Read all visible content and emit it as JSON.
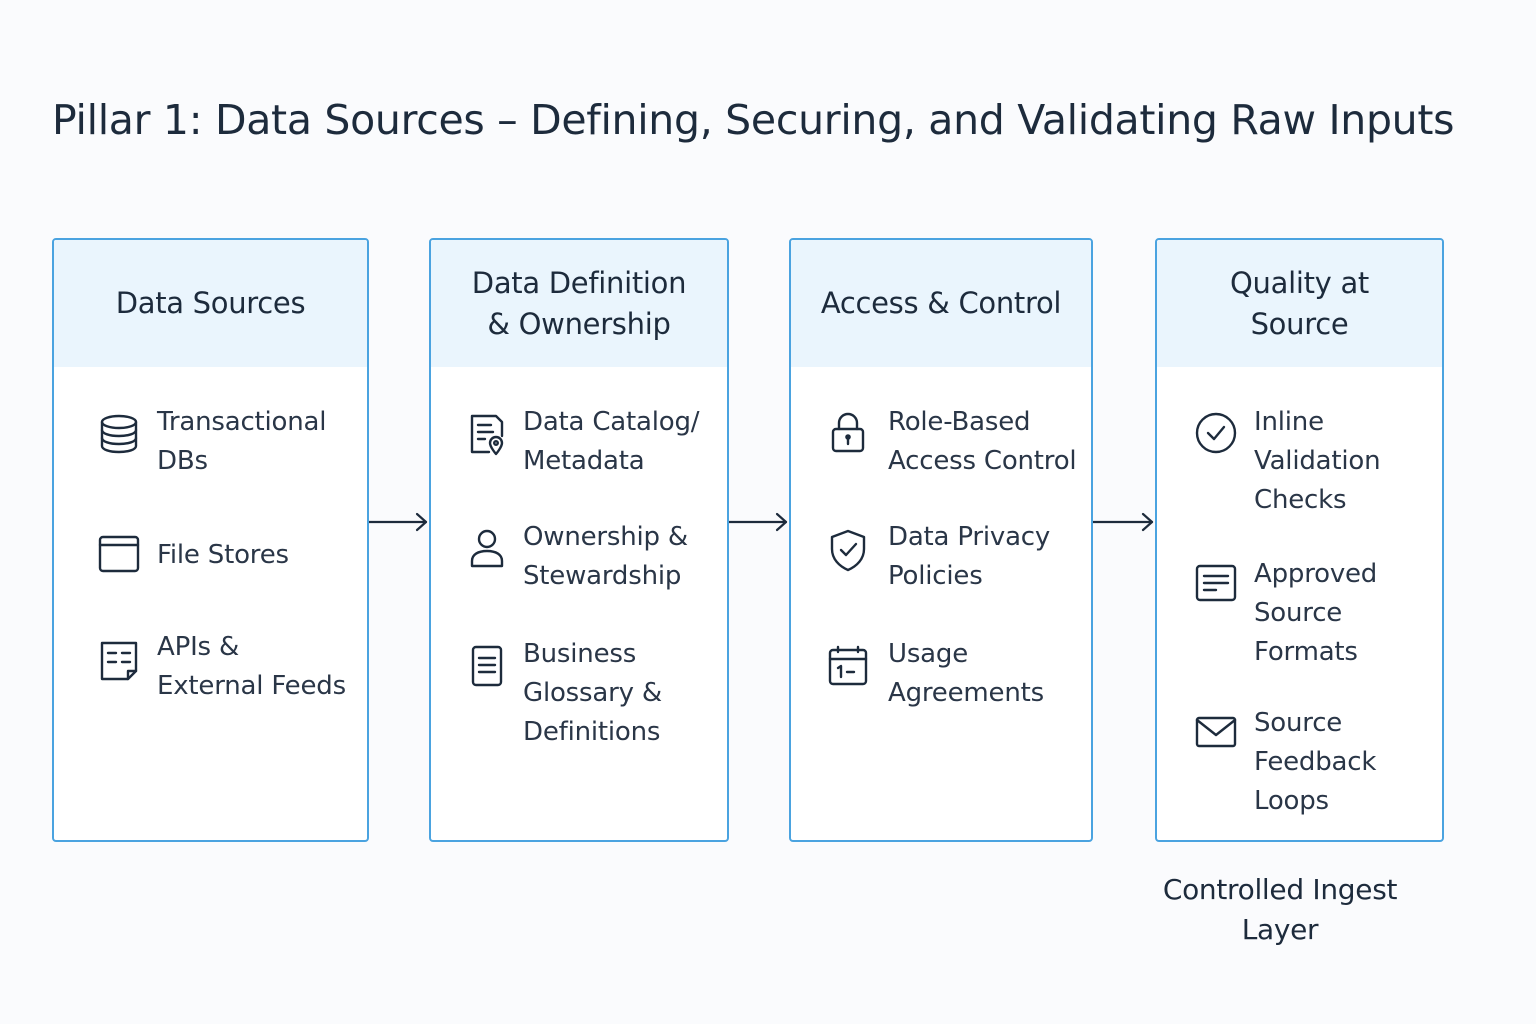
{
  "title": "Pillar 1: Data Sources – Defining, Securing, and Validating Raw Inputs",
  "colors": {
    "accent": "#4aa3e0",
    "header_fill": "#eaf5fd",
    "text": "#1d2b3c"
  },
  "stages": [
    {
      "title_lines": [
        "Data Sources"
      ],
      "items": [
        {
          "icon": "database-icon",
          "lines": [
            "Transactional",
            "DBs"
          ]
        },
        {
          "icon": "window-icon",
          "lines": [
            "File Stores"
          ]
        },
        {
          "icon": "feed-document-icon",
          "lines": [
            "APIs &",
            "External Feeds"
          ]
        }
      ]
    },
    {
      "title_lines": [
        "Data Definition",
        "& Ownership"
      ],
      "items": [
        {
          "icon": "catalog-document-icon",
          "lines": [
            "Data Catalog/",
            "Metadata"
          ]
        },
        {
          "icon": "person-icon",
          "lines": [
            "Ownership &",
            "Stewardship"
          ]
        },
        {
          "icon": "glossary-document-icon",
          "lines": [
            "Business",
            "Glossary &",
            "Definitions"
          ]
        }
      ]
    },
    {
      "title_lines": [
        "Access & Control"
      ],
      "items": [
        {
          "icon": "lock-icon",
          "lines": [
            "Role-Based",
            "Access Control"
          ]
        },
        {
          "icon": "shield-check-icon",
          "lines": [
            "Data Privacy",
            "Policies"
          ]
        },
        {
          "icon": "calendar-icon",
          "lines": [
            "Usage",
            "Agreements"
          ]
        }
      ]
    },
    {
      "title_lines": [
        "Quality at",
        "Source"
      ],
      "items": [
        {
          "icon": "check-circle-icon",
          "lines": [
            "Inline",
            "Validation",
            "Checks"
          ]
        },
        {
          "icon": "form-icon",
          "lines": [
            "Approved",
            "Source",
            "Formats"
          ]
        },
        {
          "icon": "envelope-icon",
          "lines": [
            "Source",
            "Feedback",
            "Loops"
          ]
        }
      ]
    }
  ],
  "footer_lines": [
    "Controlled Ingest",
    "Layer"
  ]
}
